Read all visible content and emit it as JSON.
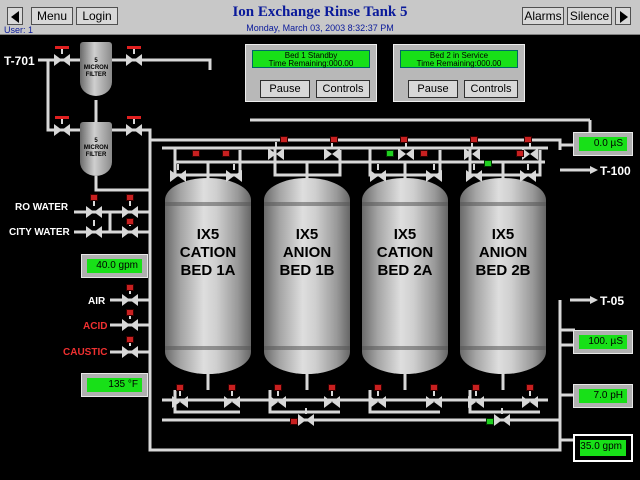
{
  "header": {
    "title": "Ion Exchange Rinse Tank 5",
    "datetime": "Monday, March 03, 2003 8:32:37 PM",
    "user": "User: 1",
    "menu_label": "Menu",
    "login_label": "Login",
    "alarms_label": "Alarms",
    "silence_label": "Silence",
    "nav_left_icon": "triangle-left-icon",
    "nav_right_icon": "triangle-right-icon"
  },
  "bed_panels": [
    {
      "status_line1": "Bed 1 Standby",
      "status_line2": "Time Remaining:000.00",
      "pause_label": "Pause",
      "controls_label": "Controls"
    },
    {
      "status_line1": "Bed 2 in Service",
      "status_line2": "Time Remaining:000.00",
      "pause_label": "Pause",
      "controls_label": "Controls"
    }
  ],
  "tanks": [
    {
      "line1": "IX5",
      "line2": "CATION",
      "line3": "BED 1A"
    },
    {
      "line1": "IX5",
      "line2": "ANION",
      "line3": "BED 1B"
    },
    {
      "line1": "IX5",
      "line2": "CATION",
      "line3": "BED 2A"
    },
    {
      "line1": "IX5",
      "line2": "ANION",
      "line3": "BED 2B"
    }
  ],
  "filters": [
    {
      "line1": "5",
      "line2": "MICRON",
      "line3": "FILTER"
    },
    {
      "line1": "5",
      "line2": "MICRON",
      "line3": "FILTER"
    }
  ],
  "sources": {
    "t701": "T-701",
    "ro_water": "RO WATER",
    "city_water": "CITY WATER",
    "air": "AIR",
    "acid": "ACID",
    "caustic": "CAUSTIC"
  },
  "destinations": {
    "t100": "T-100",
    "t05": "T-05"
  },
  "readouts": {
    "inlet_flow": "40.0 gpm",
    "temperature": "135 °F",
    "conductivity_top": "0.0 µS",
    "conductivity_bottom": "100. µS",
    "ph": "7.0 pH",
    "outlet_flow": "35.0 gpm"
  },
  "colors": {
    "background": "#000000",
    "readout_green": "#18e018",
    "valve_open_indicator": "#20d020",
    "valve_closed_indicator": "#c82020",
    "warning_text": "#f03030",
    "title_text": "#0a1a9a"
  }
}
